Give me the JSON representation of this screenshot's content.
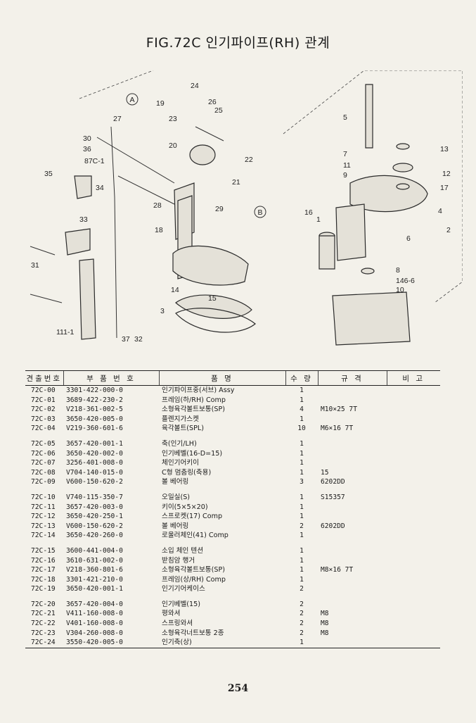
{
  "title": "FIG.72C 인기파이프(RH) 관계",
  "diagram": {
    "labels": [
      "A",
      "19",
      "24",
      "26",
      "25",
      "23",
      "20",
      "22",
      "21",
      "27",
      "30",
      "36",
      "87C-1",
      "35",
      "34",
      "33",
      "31",
      "28",
      "29",
      "B",
      "18",
      "14",
      "15",
      "3",
      "111-1",
      "37",
      "32",
      "5",
      "7",
      "11",
      "9",
      "13",
      "12",
      "17",
      "16",
      "1",
      "4",
      "2",
      "6",
      "8",
      "146-6",
      "10"
    ]
  },
  "table": {
    "headers": [
      "견출번호",
      "부 품 번 호",
      "품 명",
      "수 량",
      "규 격",
      "비 고"
    ],
    "groups": [
      [
        {
          "code": "72C-00",
          "part": "3301-422-000-0",
          "name": "인기파이프중(서브) Assy",
          "qty": "1",
          "spec": "",
          "note": ""
        },
        {
          "code": "72C-01",
          "part": "3689-422-230-2",
          "name": "프레임(하/RH) Comp",
          "qty": "1",
          "spec": "",
          "note": ""
        },
        {
          "code": "72C-02",
          "part": "V218-361-002-5",
          "name": "소형육각볼트보통(SP)",
          "qty": "4",
          "spec": "M10×25 7T",
          "note": ""
        },
        {
          "code": "72C-03",
          "part": "3650-420-005-0",
          "name": "플렌지가스켓",
          "qty": "1",
          "spec": "",
          "note": ""
        },
        {
          "code": "72C-04",
          "part": "V219-360-601-6",
          "name": "육각볼트(SPL)",
          "qty": "10",
          "spec": "M6×16 7T",
          "note": ""
        }
      ],
      [
        {
          "code": "72C-05",
          "part": "3657-420-001-1",
          "name": "축(인기/LH)",
          "qty": "1",
          "spec": "",
          "note": ""
        },
        {
          "code": "72C-06",
          "part": "3650-420-002-0",
          "name": "인기베벨(16-D=15)",
          "qty": "1",
          "spec": "",
          "note": ""
        },
        {
          "code": "72C-07",
          "part": "3256-401-008-0",
          "name": "체인기어키이",
          "qty": "1",
          "spec": "",
          "note": ""
        },
        {
          "code": "72C-08",
          "part": "V704-140-015-0",
          "name": "C형 멈춤링(축용)",
          "qty": "1",
          "spec": "15",
          "note": ""
        },
        {
          "code": "72C-09",
          "part": "V600-150-620-2",
          "name": "볼 베어링",
          "qty": "3",
          "spec": "6202DD",
          "note": ""
        }
      ],
      [
        {
          "code": "72C-10",
          "part": "V740-115-350-7",
          "name": "오일실(S)",
          "qty": "1",
          "spec": "S15357",
          "note": ""
        },
        {
          "code": "72C-11",
          "part": "3657-420-003-0",
          "name": "키이(5×5×20)",
          "qty": "1",
          "spec": "",
          "note": ""
        },
        {
          "code": "72C-12",
          "part": "3650-420-250-1",
          "name": "스프로켓(17) Comp",
          "qty": "1",
          "spec": "",
          "note": ""
        },
        {
          "code": "72C-13",
          "part": "V600-150-620-2",
          "name": "볼 베어링",
          "qty": "2",
          "spec": "6202DD",
          "note": ""
        },
        {
          "code": "72C-14",
          "part": "3650-420-260-0",
          "name": "로울러체인(41) Comp",
          "qty": "1",
          "spec": "",
          "note": ""
        }
      ],
      [
        {
          "code": "72C-15",
          "part": "3600-441-004-0",
          "name": "소입 체인 텐션",
          "qty": "1",
          "spec": "",
          "note": ""
        },
        {
          "code": "72C-16",
          "part": "3610-631-002-0",
          "name": "받침암 행거",
          "qty": "1",
          "spec": "",
          "note": ""
        },
        {
          "code": "72C-17",
          "part": "V218-360-801-6",
          "name": "소형육각볼트보통(SP)",
          "qty": "1",
          "spec": "M8×16 7T",
          "note": ""
        },
        {
          "code": "72C-18",
          "part": "3301-421-210-0",
          "name": "프레임(상/RH) Comp",
          "qty": "1",
          "spec": "",
          "note": ""
        },
        {
          "code": "72C-19",
          "part": "3650-420-001-1",
          "name": "인기기어케이스",
          "qty": "2",
          "spec": "",
          "note": ""
        }
      ],
      [
        {
          "code": "72C-20",
          "part": "3657-420-004-0",
          "name": "인기베벨(15)",
          "qty": "2",
          "spec": "",
          "note": ""
        },
        {
          "code": "72C-21",
          "part": "V411-160-008-0",
          "name": "평와셔",
          "qty": "2",
          "spec": "M8",
          "note": ""
        },
        {
          "code": "72C-22",
          "part": "V401-160-008-0",
          "name": "스프링와셔",
          "qty": "2",
          "spec": "M8",
          "note": ""
        },
        {
          "code": "72C-23",
          "part": "V304-260-008-0",
          "name": "소형육각너트보통 2종",
          "qty": "2",
          "spec": "M8",
          "note": ""
        },
        {
          "code": "72C-24",
          "part": "3550-420-005-0",
          "name": "인기축(상)",
          "qty": "1",
          "spec": "",
          "note": ""
        }
      ]
    ]
  },
  "page_number": "254"
}
